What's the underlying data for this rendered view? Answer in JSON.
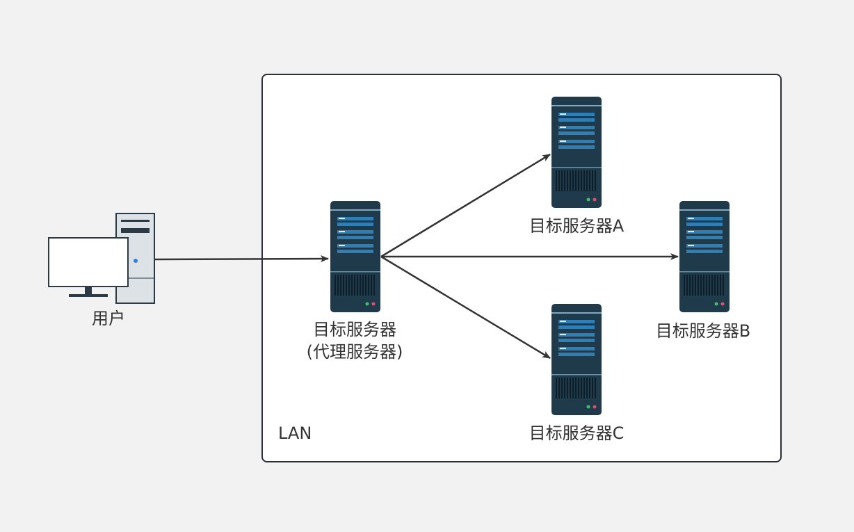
{
  "diagram": {
    "container": {
      "label": "LAN"
    },
    "nodes": {
      "user": {
        "label": "用户",
        "icon": "desktop-computer-icon"
      },
      "proxy": {
        "label_line1": "目标服务器",
        "label_line2": "(代理服务器)",
        "icon": "server-icon"
      },
      "server_a": {
        "label": "目标服务器A",
        "icon": "server-icon"
      },
      "server_b": {
        "label": "目标服务器B",
        "icon": "server-icon"
      },
      "server_c": {
        "label": "目标服务器C",
        "icon": "server-icon"
      }
    },
    "edges": [
      {
        "from": "user",
        "to": "proxy"
      },
      {
        "from": "proxy",
        "to": "server_a"
      },
      {
        "from": "proxy",
        "to": "server_b"
      },
      {
        "from": "proxy",
        "to": "server_c"
      }
    ],
    "colors": {
      "background": "#f2f2f2",
      "container_fill": "#ffffff",
      "container_border": "#2b2f36",
      "server_body": "#1f3a4a",
      "server_slot": "#2f7fb6",
      "edge": "#333333",
      "text": "#333333"
    }
  }
}
